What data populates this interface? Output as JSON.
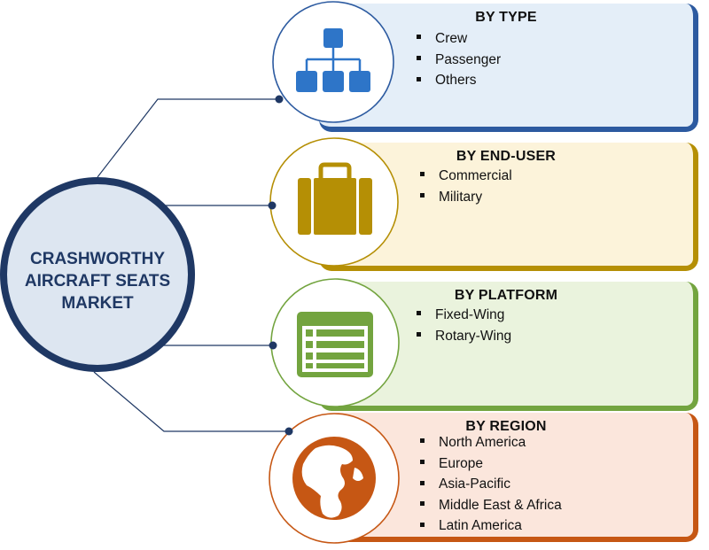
{
  "center": {
    "lines": [
      "CRASHWORTHY",
      "AIRCRAFT SEATS",
      "MARKET"
    ]
  },
  "segments": [
    {
      "title": "BY TYPE",
      "icon": "hierarchy-icon",
      "items": [
        "Crew",
        "Passenger",
        "Others"
      ]
    },
    {
      "title": "BY END-USER",
      "icon": "briefcase-icon",
      "items": [
        "Commercial",
        "Military"
      ]
    },
    {
      "title": "BY PLATFORM",
      "icon": "list-window-icon",
      "items": [
        "Fixed-Wing",
        "Rotary-Wing"
      ]
    },
    {
      "title": "BY REGION",
      "icon": "globe-icon",
      "items": [
        "North America",
        "Europe",
        "Asia-Pacific",
        "Middle East & Africa",
        "Latin America"
      ]
    }
  ],
  "colors": {
    "center_ring": "#1f3864",
    "type": "#2c5aa0",
    "end_user": "#b58f05",
    "platform": "#73a43f",
    "region": "#c65714"
  }
}
